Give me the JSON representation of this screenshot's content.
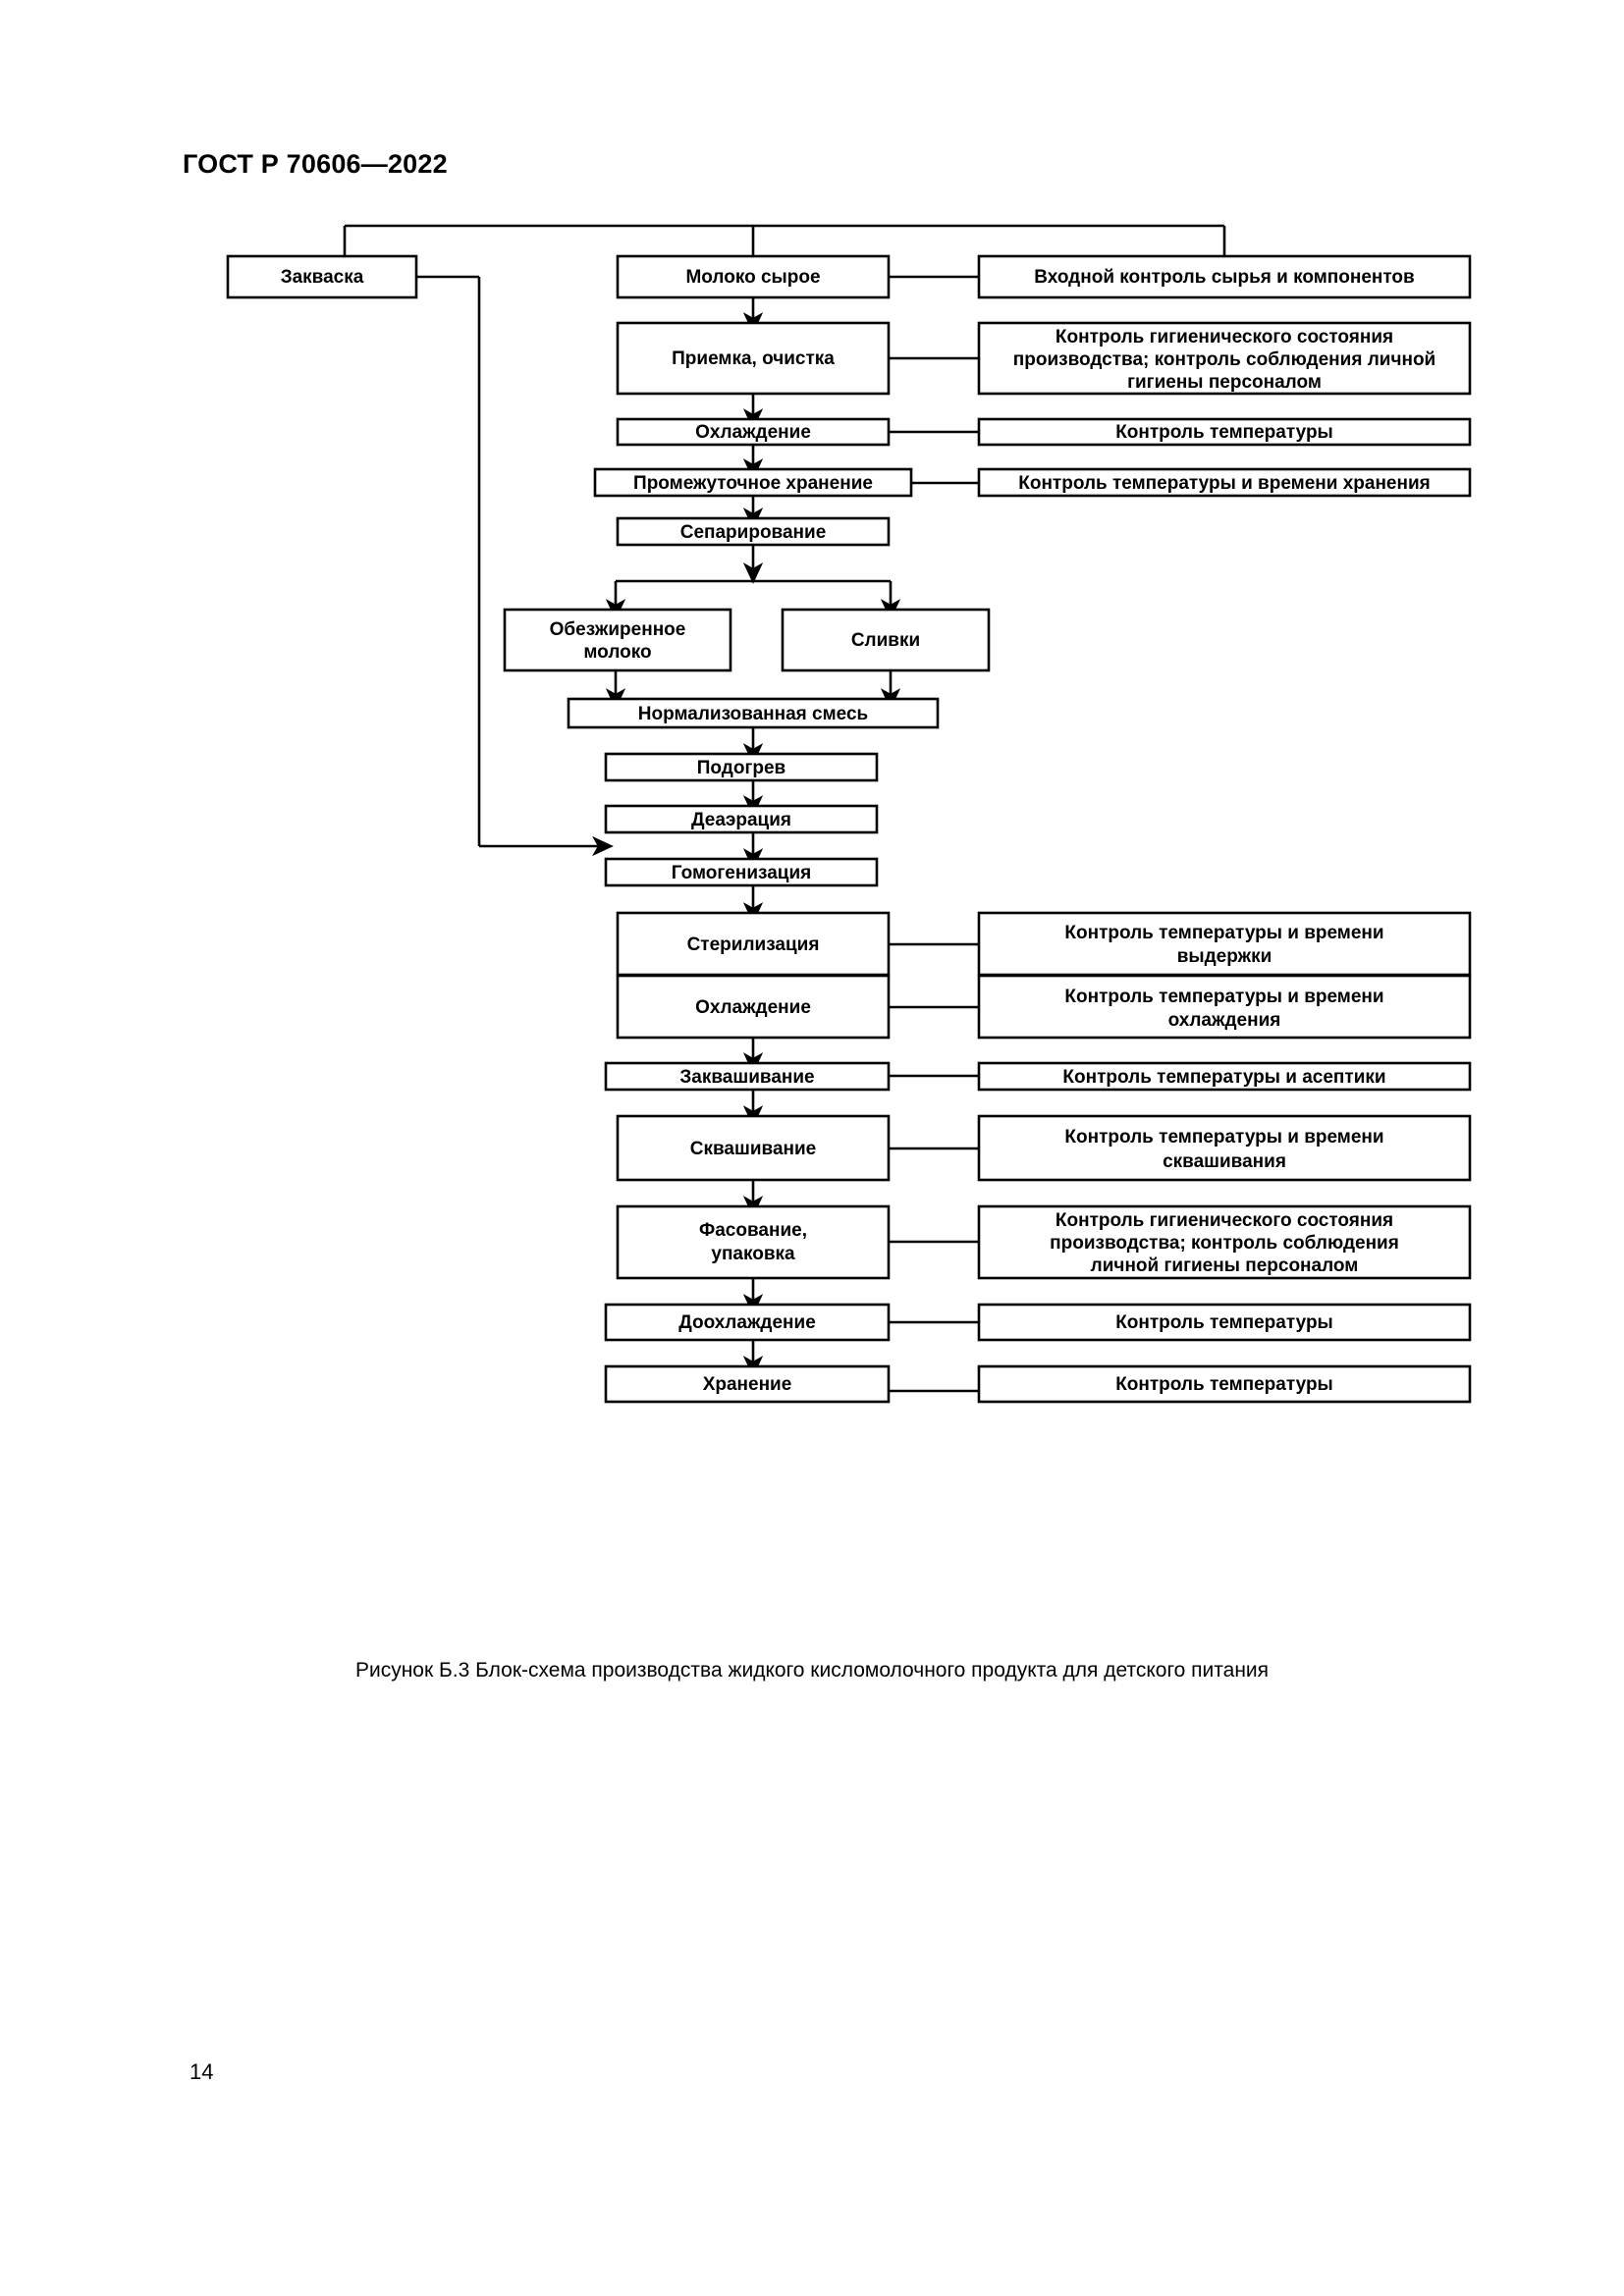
{
  "document": {
    "header": "ГОСТ Р 70606—2022",
    "page_number": "14",
    "figure_caption": "Рисунок Б.3 Блок-схема производства жидкого кисломолочного продукта для детского питания"
  },
  "flowchart": {
    "type": "process-block-diagram",
    "nodes": {
      "starter": "Закваска",
      "raw_milk": "Молоко сырое",
      "incoming_control": "Входной контроль сырья и компонентов",
      "acceptance": "Приемка, очистка",
      "hygiene_control_1": "Контроль гигиенического состояния производства; контроль соблюдения личной гигиены персоналом",
      "cooling_1": "Охлаждение",
      "temp_control_1": "Контроль температуры",
      "intermediate_storage": "Промежуточное хранение",
      "temp_time_storage_control": "Контроль температуры и времени хранения",
      "separation": "Сепарирование",
      "skim_milk_line1": "Обезжиренное",
      "skim_milk_line2": "молоко",
      "cream": "Сливки",
      "normalized_mix": "Нормализованная смесь",
      "preheating": "Подогрев",
      "deaeration": "Деаэрация",
      "homogenization": "Гомогенизация",
      "sterilization": "Стерилизация",
      "sterilization_control_line1": "Контроль температуры и времени",
      "sterilization_control_line2": "выдержки",
      "cooling_2": "Охлаждение",
      "cooling_control_line1": "Контроль температуры и времени",
      "cooling_control_line2": "охлаждения",
      "inoculation": "Заквашивание",
      "inoculation_control": "Контроль температуры и асептики",
      "fermentation": "Сквашивание",
      "fermentation_control_line1": "Контроль температуры и времени",
      "fermentation_control_line2": "сквашивания",
      "packing_line1": "Фасование,",
      "packing_line2": "упаковка",
      "hygiene_control_2_line1": "Контроль гигиенического состояния",
      "hygiene_control_2_line2": "производства; контроль соблюдения",
      "hygiene_control_2_line3": "личной гигиены персоналом",
      "post_cooling": "Доохлаждение",
      "temp_control_2": "Контроль температуры",
      "storage": "Хранение",
      "temp_control_3": "Контроль температуры"
    },
    "hygiene_control_1_lines": {
      "l1": "Контроль гигиенического состояния",
      "l2": "производства; контроль соблюдения личной",
      "l3": "гигиены персоналом"
    },
    "colors": {
      "line": "#000000",
      "box_fill": "#ffffff",
      "text": "#000000"
    }
  }
}
